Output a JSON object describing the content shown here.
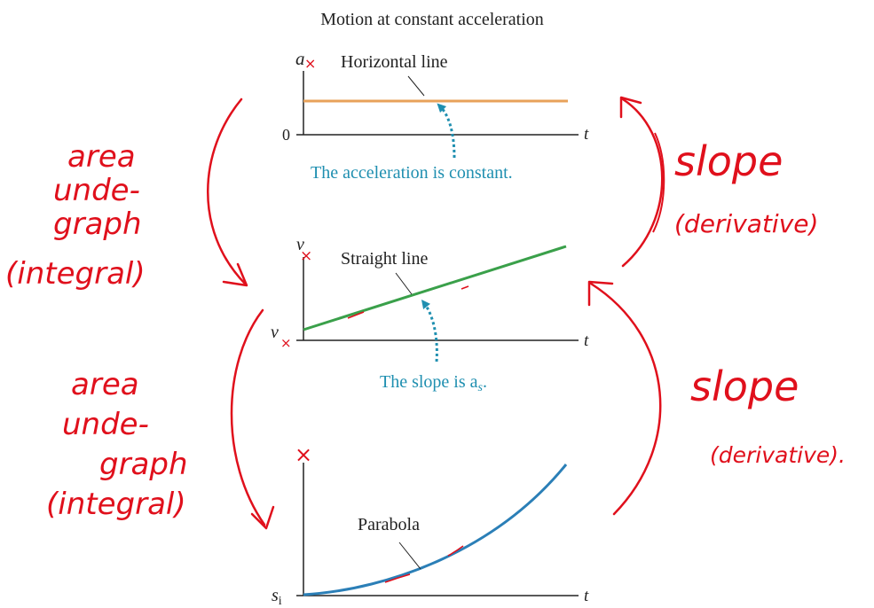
{
  "title": "Motion at constant acceleration",
  "colors": {
    "acceleration_line": "#e8a25a",
    "velocity_line": "#3aa04a",
    "position_curve": "#2b7fb7",
    "annotation_arrow": "#1f8fb0",
    "annotation_text": "#1f8fb0",
    "axis": "#222222",
    "handwriting": "#e0101c"
  },
  "panels": {
    "acceleration": {
      "y_label": "a",
      "y_label_mark": "×",
      "x_label": "t",
      "zero_tick_label": "0",
      "line_label": "Horizontal line",
      "note": "The acceleration is constant."
    },
    "velocity": {
      "y_label": "v",
      "y_label_mark": "×",
      "x_label": "t",
      "intercept_label": "v",
      "intercept_mark": "×",
      "line_label": "Straight line",
      "note": "The slope is a",
      "note_sub": "s",
      "note_end": "."
    },
    "position": {
      "y_label_mark": "×",
      "x_label": "t",
      "intercept_label": "s",
      "intercept_sub": "i",
      "line_label": "Parabola"
    }
  },
  "handwritten": {
    "left_top": [
      "area",
      "unde-",
      "graph",
      "(integral)"
    ],
    "left_bottom": [
      "area",
      "unde-",
      "graph",
      "(integral)"
    ],
    "right_top": [
      "slope",
      "(derivative)"
    ],
    "right_bottom": [
      "slope",
      "(derivative)."
    ]
  }
}
